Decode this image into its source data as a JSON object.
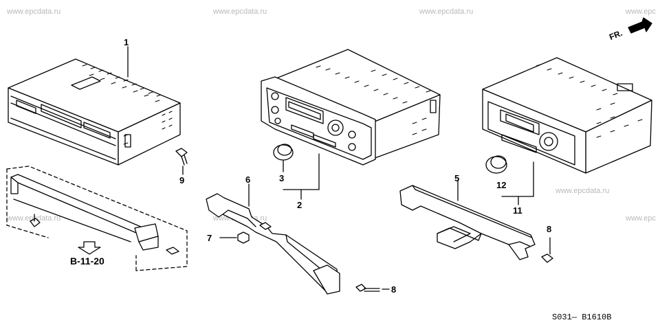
{
  "watermarks": [
    "www.epcdata.ru",
    "www.epcdata.ru",
    "www.epcdata.ru",
    "www.epc",
    "www.epcdata.ru",
    "www.epcdata.ru",
    "www.epcdata.ru",
    "www.epc"
  ],
  "direction_label": "FR.",
  "reference_label": "B-11-20",
  "diagram_code": "S031— B1610B",
  "callouts": {
    "c1": "1",
    "c2": "2",
    "c3": "3",
    "c5": "5",
    "c6": "6",
    "c7": "7",
    "c8a": "8",
    "c8b": "8",
    "c9": "9",
    "c11": "11",
    "c12": "12"
  }
}
